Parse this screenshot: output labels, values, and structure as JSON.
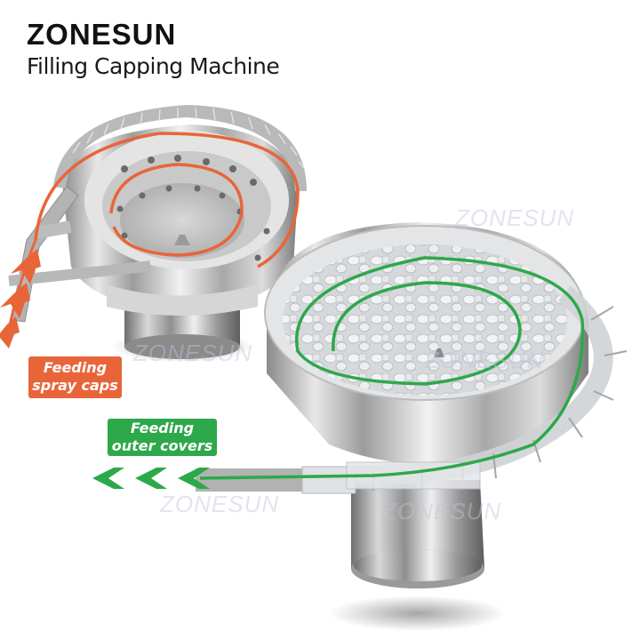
{
  "header": {
    "brand": "ZONESUN",
    "product": "Filling Capping Machine"
  },
  "labels": {
    "spray_caps": {
      "line1": "Feeding",
      "line2": "spray caps",
      "color": "#E8653A"
    },
    "outer_covers": {
      "line1": "Feeding",
      "line2": "outer covers",
      "color": "#2DA84A"
    }
  },
  "watermarks": [
    "ZONESUN",
    "ZONESUN",
    "ZONESUN",
    "ZONESUN",
    "ZONESUN"
  ],
  "colors": {
    "orange_path": "#E8653A",
    "green_path": "#2DA84A",
    "steel_light": "#E6E6E6",
    "steel_mid": "#B5B5B5",
    "steel_dark": "#7A7A7A"
  },
  "illustration": {
    "left_bowl": "vibratory bowl feeder for spray caps",
    "right_bowl": "vibratory bowl feeder for outer covers"
  }
}
